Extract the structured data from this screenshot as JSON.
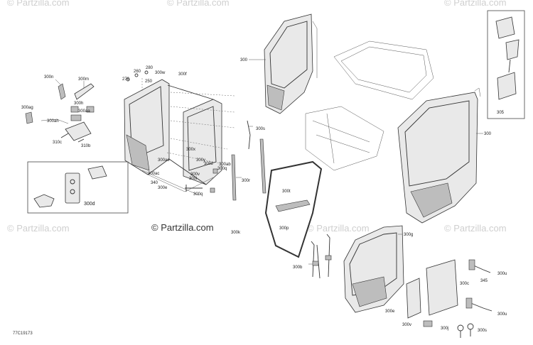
{
  "watermark": "© Partzilla.com",
  "brand": "© Partzilla.com",
  "diagram_code": "77C19173",
  "labels": {
    "l300n": "300n",
    "l300m": "300m",
    "l260": "260",
    "l280": "280",
    "l300w": "300w",
    "l270": "270",
    "l250": "250",
    "l300f": "300f",
    "l300ag": "300ag",
    "l300h": "300h",
    "l300aa": "300aa",
    "l300ah": "300ah",
    "l310c": "310c",
    "l310b": "310b",
    "l300d": "300d",
    "l300x": "300x",
    "l300ae": "300ae",
    "l300y": "300y",
    "l300z": "300z",
    "l300ab": "300ab",
    "l300q": "300q",
    "l300ac": "300ac",
    "l340": "340",
    "l300e": "300e",
    "l300v": "300v",
    "l300i": "300i",
    "l300s": "300s",
    "l300r": "300r",
    "l300t": "300t",
    "l300p": "300p",
    "l300k": "300k",
    "l300b": "300b",
    "l300top": "300",
    "l300right": "300",
    "l305": "305",
    "l300g": "300g",
    "l300u1": "300u",
    "l300u2": "300u",
    "l300c": "300c",
    "l300e2": "300e",
    "l300v2": "300v",
    "l300j": "300j",
    "l300s2": "300s",
    "l345": "345"
  }
}
